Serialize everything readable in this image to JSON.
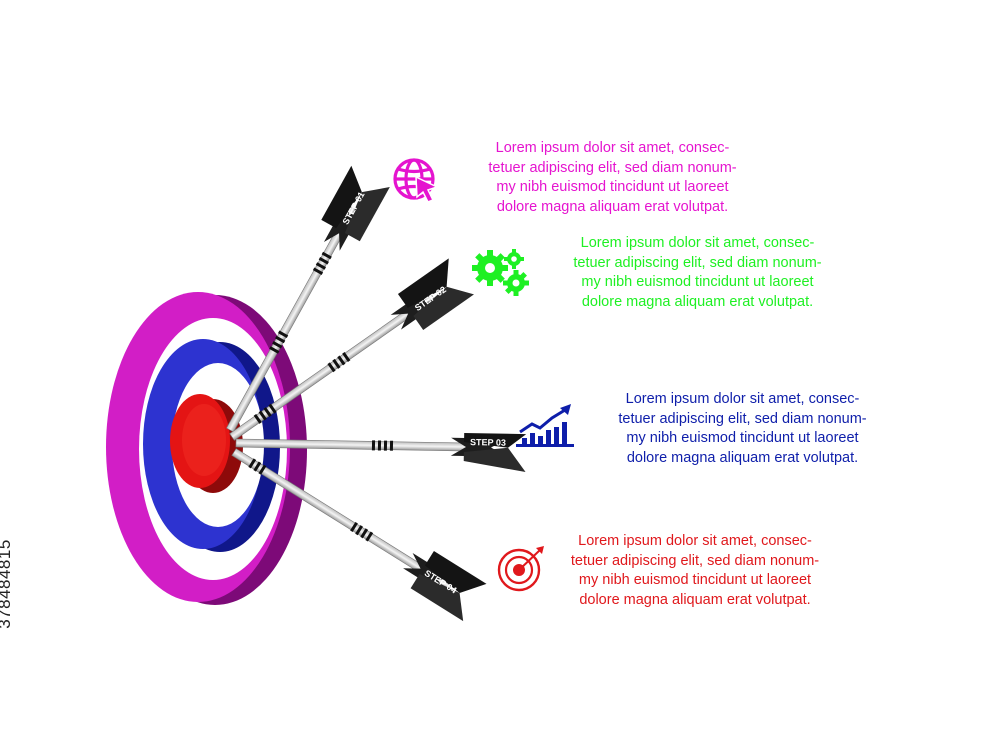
{
  "colors": {
    "step1": "#e514cf",
    "step2": "#1ef023",
    "step3": "#0e1eaa",
    "step4": "#e0181c",
    "arrow": "#222222",
    "shaft": "#e6e6e6"
  },
  "steps": [
    {
      "tag": "STEP 01",
      "icon": "globe-cursor-icon",
      "lines": [
        "Lorem ipsum dolor sit amet, consec-",
        "tetuer adipiscing elit, sed diam nonum-",
        "my nibh euismod tincidunt ut laoreet",
        "dolore magna aliquam erat volutpat."
      ]
    },
    {
      "tag": "STEP 02",
      "icon": "gears-icon",
      "lines": [
        "Lorem ipsum dolor sit amet, consec-",
        "tetuer adipiscing elit, sed diam nonum-",
        "my nibh euismod tincidunt ut laoreet",
        "dolore magna aliquam erat volutpat."
      ]
    },
    {
      "tag": "STEP 03",
      "icon": "growth-chart-icon",
      "lines": [
        "Lorem ipsum dolor sit amet, consec-",
        "tetuer adipiscing elit, sed diam nonum-",
        "my nibh euismod tincidunt ut laoreet",
        "dolore magna aliquam erat volutpat."
      ]
    },
    {
      "tag": "STEP 04",
      "icon": "target-icon",
      "lines": [
        "Lorem ipsum dolor sit amet, consec-",
        "tetuer adipiscing elit, sed diam nonum-",
        "my nibh euismod tincidunt ut laoreet",
        "dolore magna aliquam erat volutpat."
      ]
    }
  ],
  "stock_id": "378484815"
}
